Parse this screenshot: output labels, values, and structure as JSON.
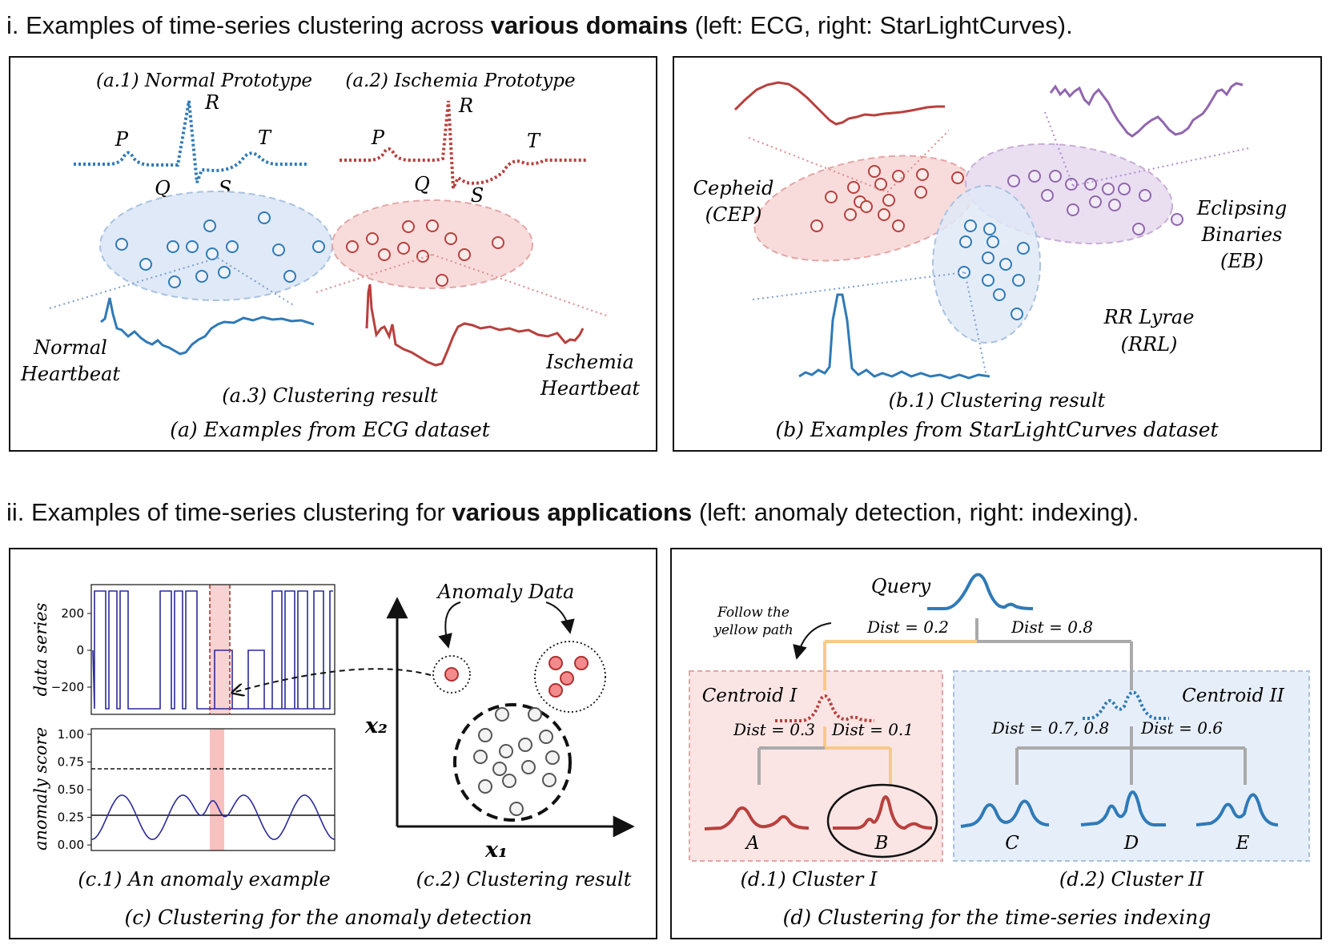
{
  "sections": {
    "i": {
      "pre": "i. Examples of time-series clustering across ",
      "bold": "various domains",
      "post": " (left: ECG, right: StarLightCurves)."
    },
    "ii": {
      "pre": "ii. Examples of time-series clustering for ",
      "bold": "various applications",
      "post": " (left: anomaly detection, right: indexing)."
    }
  },
  "panel_a": {
    "proto_normal": "(a.1) Normal Prototype",
    "proto_ischemia": "(a.2) Ischemia Prototype",
    "waves": {
      "P": "P",
      "Q": "Q",
      "R": "R",
      "S": "S",
      "T": "T"
    },
    "normal_heartbeat": [
      "Normal",
      "Heartbeat"
    ],
    "ischemia_heartbeat": [
      "Ischemia",
      "Heartbeat"
    ],
    "result": "(a.3) Clustering result",
    "caption": "(a) Examples from ECG dataset"
  },
  "panel_b": {
    "cepheid": [
      "Cepheid",
      "(CEP)"
    ],
    "eclipsing": [
      "Eclipsing",
      "Binaries",
      "(EB)"
    ],
    "rrlyrae": [
      "RR Lyrae",
      "(RRL)"
    ],
    "result": "(b.1) Clustering result",
    "caption": "(b) Examples from StarLightCurves dataset"
  },
  "panel_c": {
    "plot1_ylabel": "data series",
    "plot1_yticks": [
      "200",
      "0",
      "−200"
    ],
    "plot2_ylabel": "anomaly score",
    "plot2_yticks": [
      "1.00",
      "0.75",
      "0.50",
      "0.25",
      "0.00"
    ],
    "anomaly_label": "Anomaly Data",
    "x1": "x₁",
    "x2": "x₂",
    "sub1": "(c.1) An anomaly example",
    "sub2": "(c.2) Clustering result",
    "caption": "(c) Clustering for the anomaly detection"
  },
  "panel_d": {
    "query": "Query",
    "follow": [
      "Follow the",
      "yellow path"
    ],
    "dist_q1": "Dist = 0.2",
    "dist_q2": "Dist = 0.8",
    "centroid1": "Centroid I",
    "centroid2": "Centroid II",
    "dist_a": "Dist = 0.3",
    "dist_b": "Dist = 0.1",
    "dist_cd": "Dist = 0.7, 0.8",
    "dist_e": "Dist = 0.6",
    "leaves": [
      "A",
      "B",
      "C",
      "D",
      "E"
    ],
    "sub1": "(d.1) Cluster I",
    "sub2": "(d.2) Cluster II",
    "caption": "(d) Clustering for the time-series indexing"
  },
  "colors": {
    "blue": "#2f7ab8",
    "red": "#b8403d",
    "purple": "#9166ad",
    "navy": "#2b2b9a",
    "orange": "#f7c98a",
    "gray": "#aaaaaa"
  }
}
